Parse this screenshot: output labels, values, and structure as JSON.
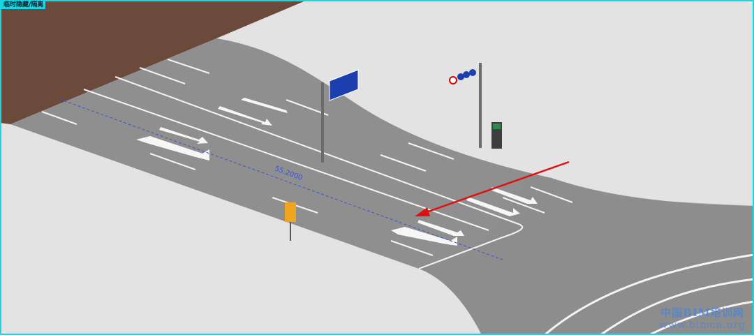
{
  "view_mode_label": "临时隐藏/隔离",
  "dimension_label": "55.2000",
  "watermark": {
    "line1": "中国BIM培训网",
    "line2": "www.bimcn.org"
  },
  "colors": {
    "border": "#19d6e0",
    "road": "#8f8f8f",
    "terrain": "#6b4a3c",
    "sidewalk": "#e3e3e3",
    "annotation_arrow": "#e01010",
    "dimension": "#3b55c8",
    "guide_sign": "#1c3fb0",
    "warning_sign": "#f0a520"
  }
}
